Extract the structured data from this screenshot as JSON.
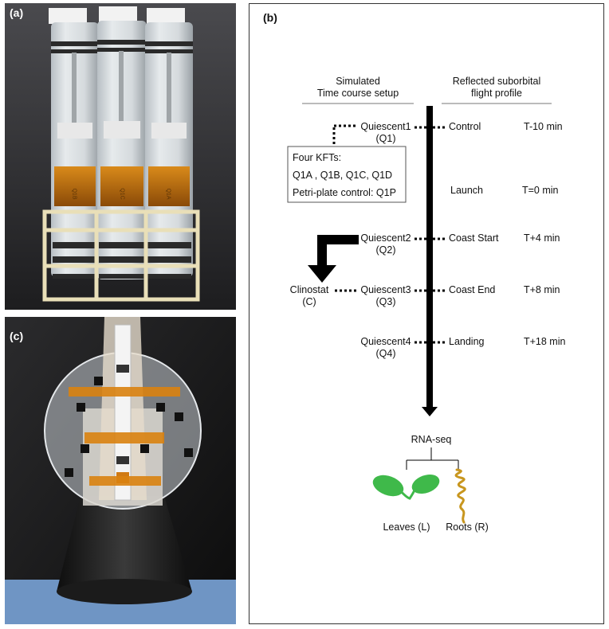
{
  "panels": {
    "a": "(a)",
    "b": "(b)",
    "c": "(c)"
  },
  "photo_a": {
    "tube_labels": [
      "Q1B",
      "Q1C",
      "Q1A"
    ]
  },
  "diagram": {
    "left_header": [
      "Simulated",
      "Time course setup"
    ],
    "right_header": [
      "Reflected suborbital",
      "flight profile"
    ],
    "stages": [
      {
        "left": [
          "Quiescent1",
          "(Q1)"
        ],
        "right": "Control",
        "time": "T-10 min"
      },
      {
        "right": "Launch",
        "time": "T=0 min"
      },
      {
        "left": [
          "Quiescent2",
          "(Q2)"
        ],
        "right": "Coast Start",
        "time": "T+4 min"
      },
      {
        "left": [
          "Quiescent3",
          "(Q3)"
        ],
        "right": "Coast End",
        "time": "T+8 min"
      },
      {
        "left": [
          "Quiescent4",
          "(Q4)"
        ],
        "right": "Landing",
        "time": "T+18 min"
      }
    ],
    "kft_box": [
      "Four KFTs:",
      "Q1A , Q1B, Q1C, Q1D",
      "Petri-plate control: Q1P"
    ],
    "clinostat": [
      "Clinostat",
      "(C)"
    ],
    "rnaseq": "RNA-seq",
    "leaves": "Leaves (L)",
    "roots": "Roots (R)",
    "colors": {
      "leaf": "#3fb94a",
      "root": "#c8961e",
      "line": "#000000"
    }
  }
}
